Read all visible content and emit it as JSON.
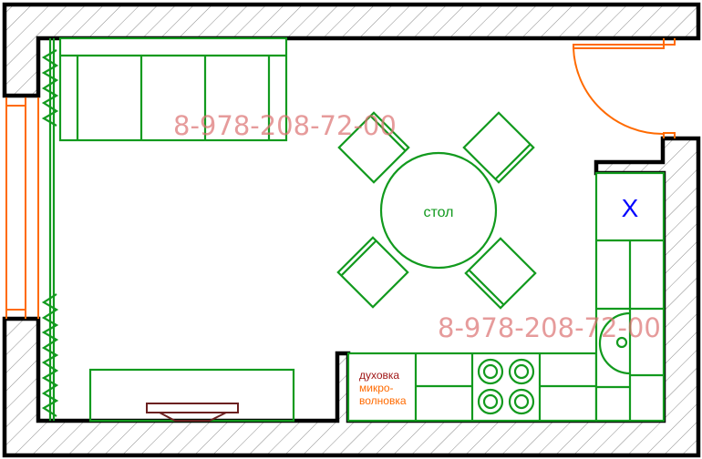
{
  "plan": {
    "table_label": "стол",
    "oven_label": "духовка",
    "microwave_label_line1": "микро-",
    "microwave_label_line2": "волновка",
    "sink_mark": "X",
    "watermarks": [
      "8-978-208-72-00",
      "8-978-208-72-00"
    ]
  },
  "colors": {
    "furniture": "#129a1e",
    "doors_windows": "#ff6a00",
    "walls": "#000000",
    "oven_text": "#a01818",
    "microwave_text": "#ff6a00",
    "sink_mark": "#0000ff",
    "tv": "#6b2020",
    "watermark": "#dc7070"
  }
}
